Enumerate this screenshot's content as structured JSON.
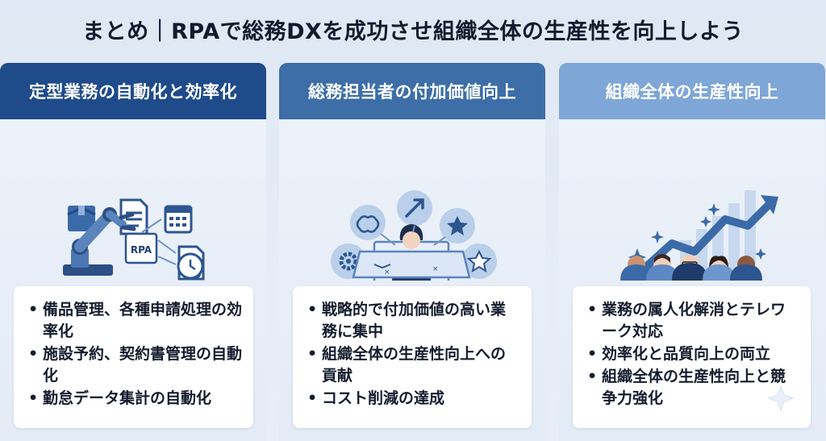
{
  "title": "まとめ｜RPAで総務DXを成功させ組織全体の生産性を向上しよう",
  "panels": [
    {
      "heading": "定型業務の自動化と効率化",
      "robot_label": "RPA",
      "items": [
        "備品管理、各種申請処理の効率化",
        "施設予約、契約書管理の自動化",
        "勤怠データ集計の自動化"
      ]
    },
    {
      "heading": "総務担当者の付加価値向上",
      "items": [
        "戦略的で付加価値の高い業務に集中",
        "組織全体の生産性向上への貢献",
        "コスト削減の達成"
      ]
    },
    {
      "heading": "組織全体の生産性向上",
      "items": [
        "業務の属人化解消とテレワーク対応",
        "効率化と品質向上の両立",
        "組織全体の生産性向上と競争力強化"
      ]
    }
  ],
  "colors": {
    "panel1_header": "#1f4b8b",
    "panel2_header": "#3d6ea8",
    "panel3_header": "#7ea6d7",
    "icon_dark": "#2d5590",
    "icon_light": "#9dbbe0"
  }
}
